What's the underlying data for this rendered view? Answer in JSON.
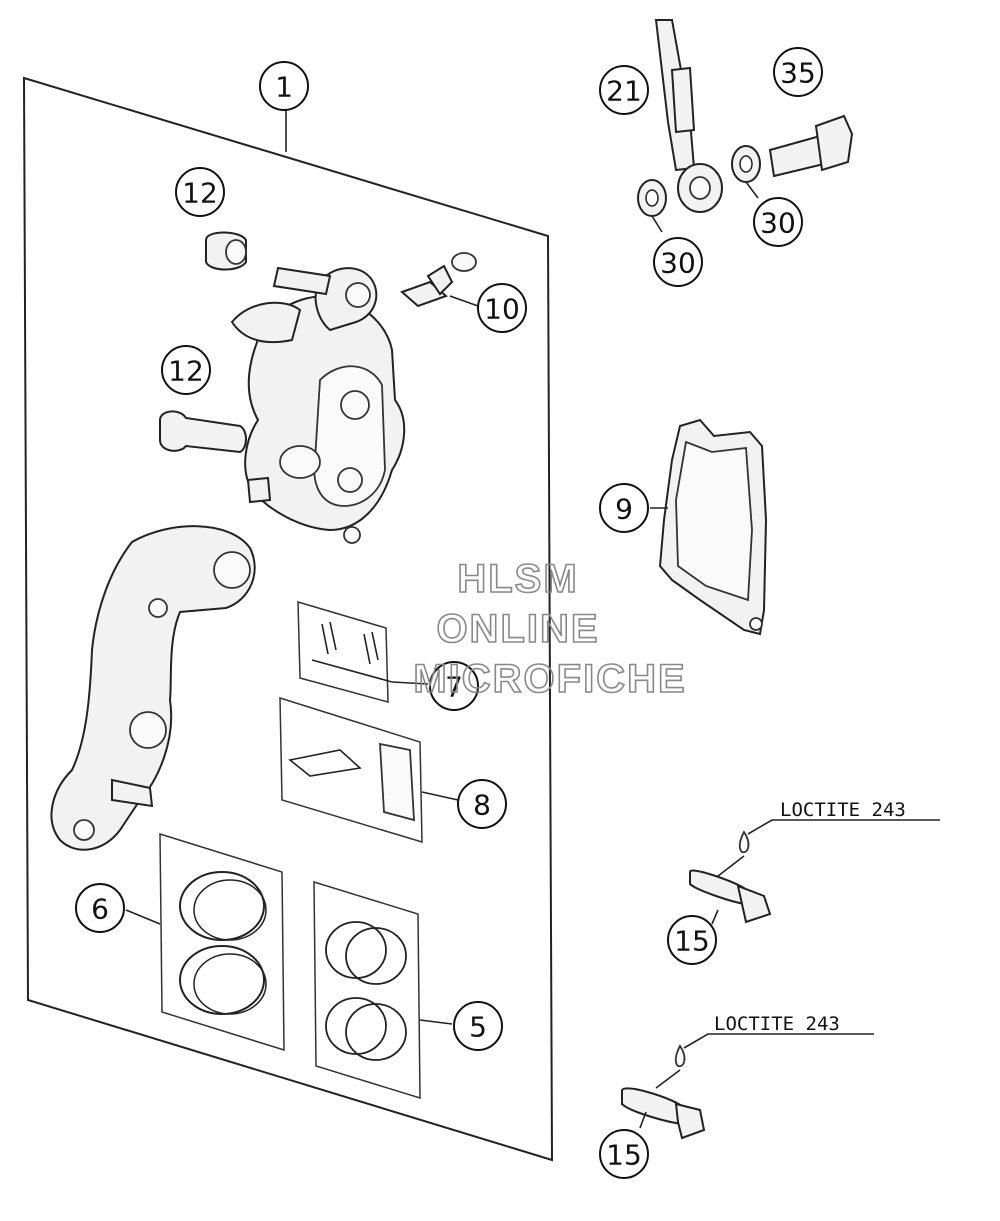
{
  "callouts": {
    "c1": "1",
    "c12a": "12",
    "c12b": "12",
    "c10": "10",
    "c21": "21",
    "c35": "35",
    "c30a": "30",
    "c30b": "30",
    "c9": "9",
    "c7": "7",
    "c8": "8",
    "c6": "6",
    "c5": "5",
    "c15a": "15",
    "c15b": "15"
  },
  "notes": {
    "loctite_a": "LOCTITE 243",
    "loctite_b": "LOCTITE 243"
  },
  "watermark": {
    "line1": "HLSM",
    "line2": "ONLINE",
    "line3": "MICROFICHE"
  }
}
